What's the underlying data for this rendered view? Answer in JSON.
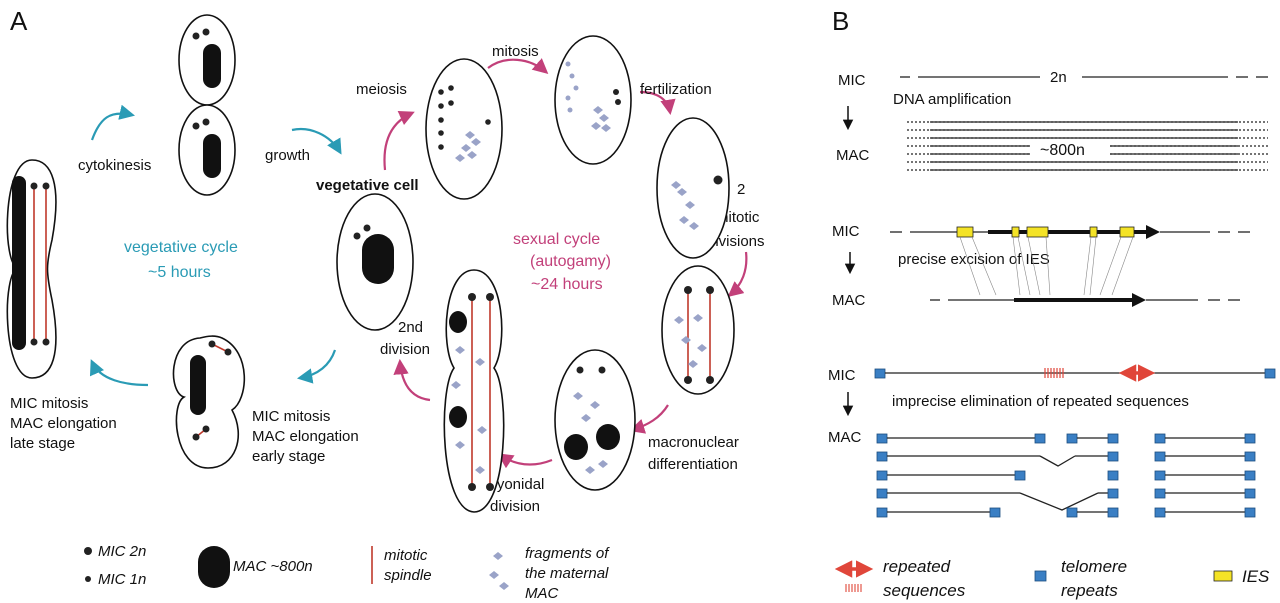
{
  "panel_a": {
    "label": "A",
    "stages": {
      "cytokinesis": "cytokinesis",
      "growth": "growth",
      "vegetative_cell": "vegetative cell",
      "meiosis": "meiosis",
      "mitosis": "mitosis",
      "fertilization": "fertilization",
      "two_mitotic": [
        "2",
        "mitotic",
        "divisions"
      ],
      "macronuclear": [
        "macronuclear",
        "differentiation"
      ],
      "caryonidal": [
        "caryonidal",
        "division"
      ],
      "second_division": [
        "2nd",
        "division"
      ],
      "mic_early": [
        "MIC mitosis",
        "MAC elongation",
        "early stage"
      ],
      "mic_late": [
        "MIC mitosis",
        "MAC elongation",
        "late stage"
      ]
    },
    "vegetative_cycle": [
      "vegetative cycle",
      "~5 hours"
    ],
    "sexual_cycle": [
      "sexual cycle",
      "(autogamy)",
      "~24 hours"
    ],
    "legend": {
      "mic2n": "MIC 2n",
      "mic1n": "MIC 1n",
      "mac": "MAC ~800n",
      "spindle": [
        "mitotic",
        "spindle"
      ],
      "fragments": [
        "fragments of",
        "the maternal",
        "MAC"
      ]
    },
    "colors": {
      "vegetative": "#2a9bb5",
      "sexual": "#c2407a",
      "spindle": "#c0392b",
      "fragment": "#9aa3c8"
    }
  },
  "panel_b": {
    "label": "B",
    "row1": {
      "mic": "MIC",
      "ploidy_mic": "2n",
      "process": "DNA amplification",
      "mac": "MAC",
      "ploidy_mac": "~800n"
    },
    "row2": {
      "mic": "MIC",
      "process": "precise excision of IES",
      "mac": "MAC"
    },
    "row3": {
      "mic": "MIC",
      "process": "imprecise elimination of repeated sequences",
      "mac": "MAC"
    },
    "legend": {
      "repeated": [
        "repeated",
        "sequences"
      ],
      "telomere": [
        "telomere",
        "repeats"
      ],
      "ies": "IES"
    },
    "colors": {
      "repeated": "#e0463a",
      "telomere": "#3a7fc4",
      "ies": "#f4e326"
    }
  }
}
